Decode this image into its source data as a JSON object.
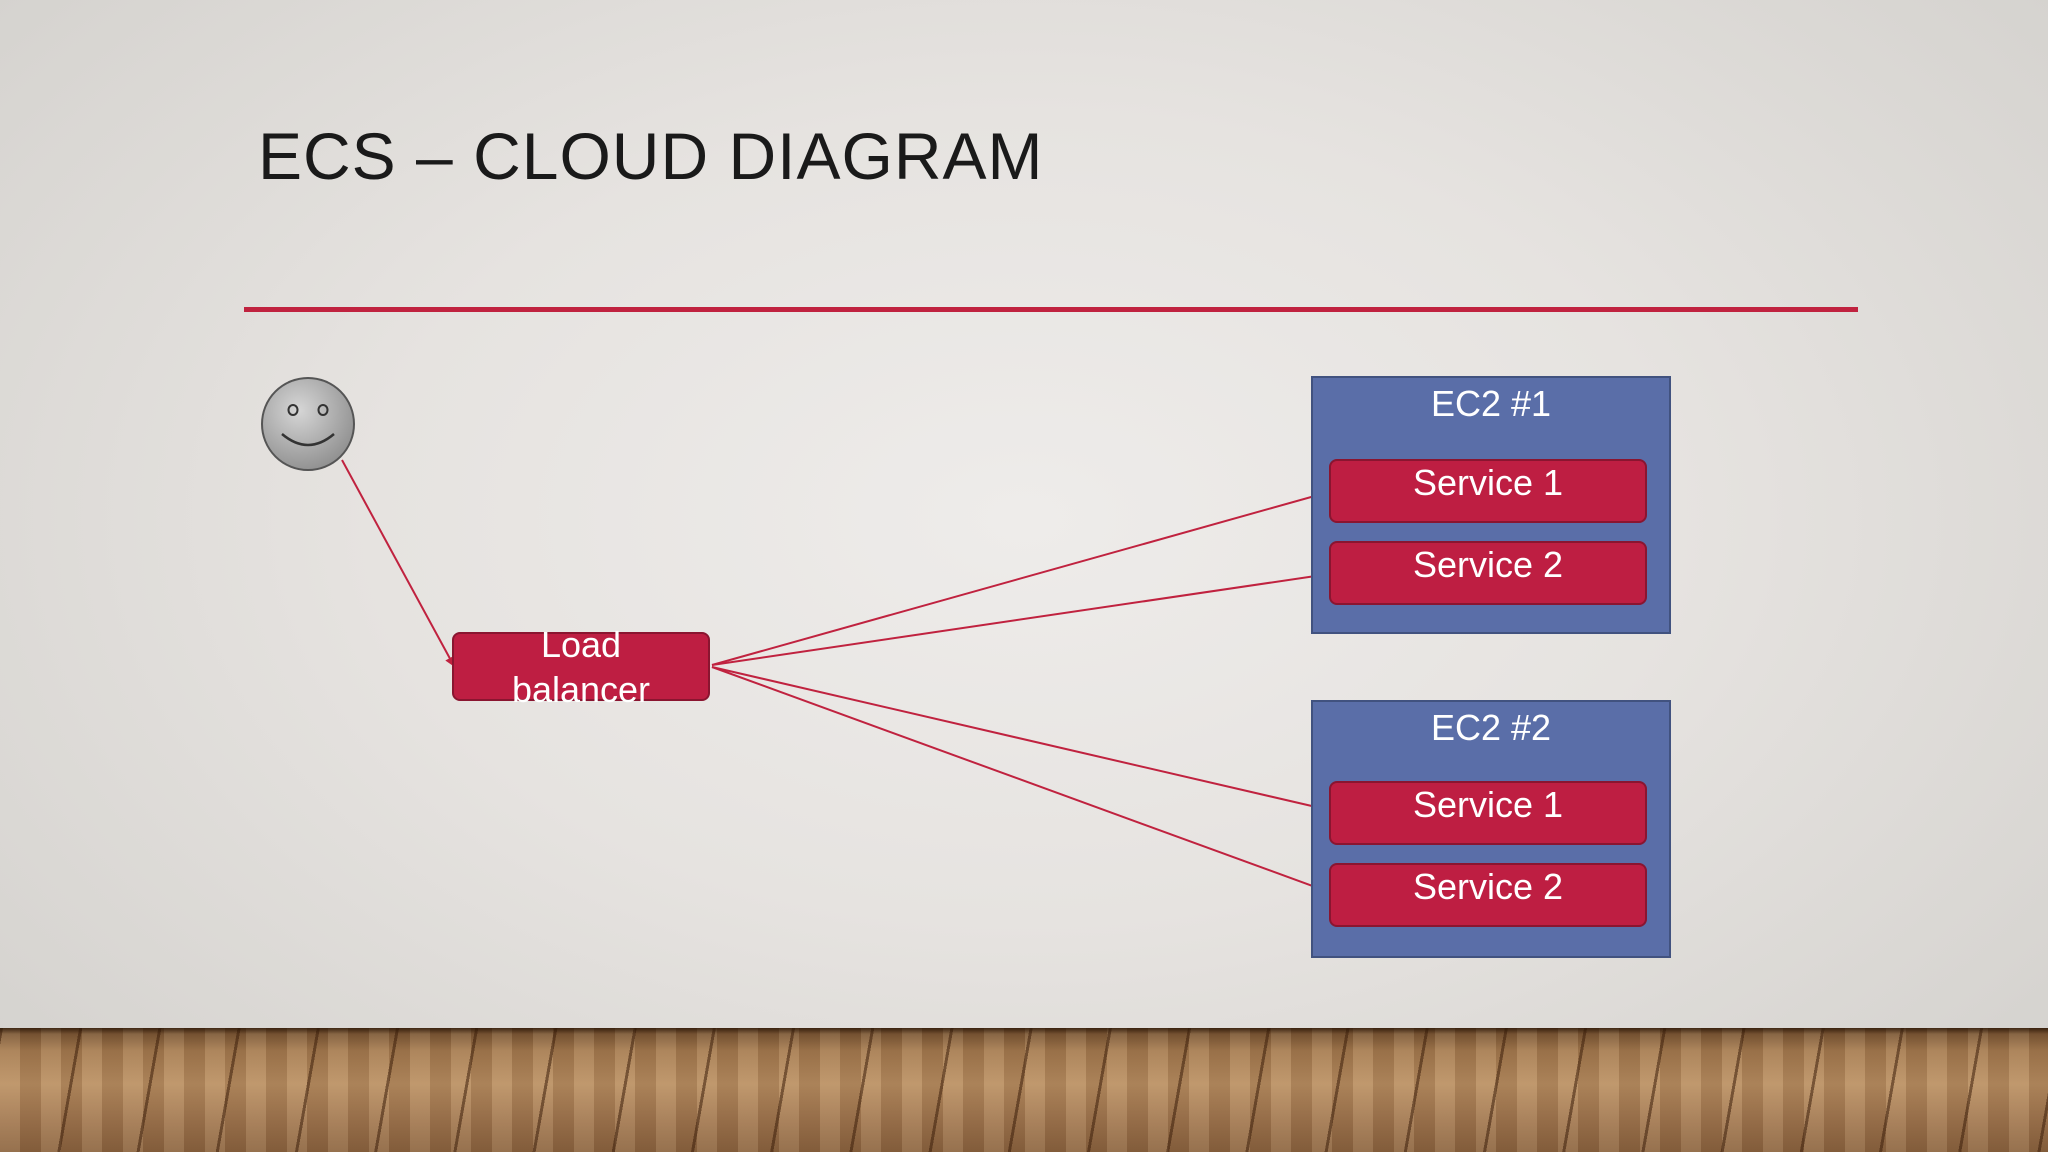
{
  "slide": {
    "title": "ECS – CLOUD DIAGRAM"
  },
  "colors": {
    "accent": "#c0223f",
    "service_fill": "#be1e42",
    "ec2_fill": "#5a6ea8",
    "arrow": "#c0223f"
  },
  "diagram": {
    "user_icon": "smiley-face-icon",
    "load_balancer": {
      "line1": "Load",
      "line2": "balancer"
    },
    "ec2_instances": [
      {
        "label": "EC2 #1",
        "services": [
          "Service 1",
          "Service 2"
        ]
      },
      {
        "label": "EC2 #2",
        "services": [
          "Service 1",
          "Service 2"
        ]
      }
    ]
  }
}
